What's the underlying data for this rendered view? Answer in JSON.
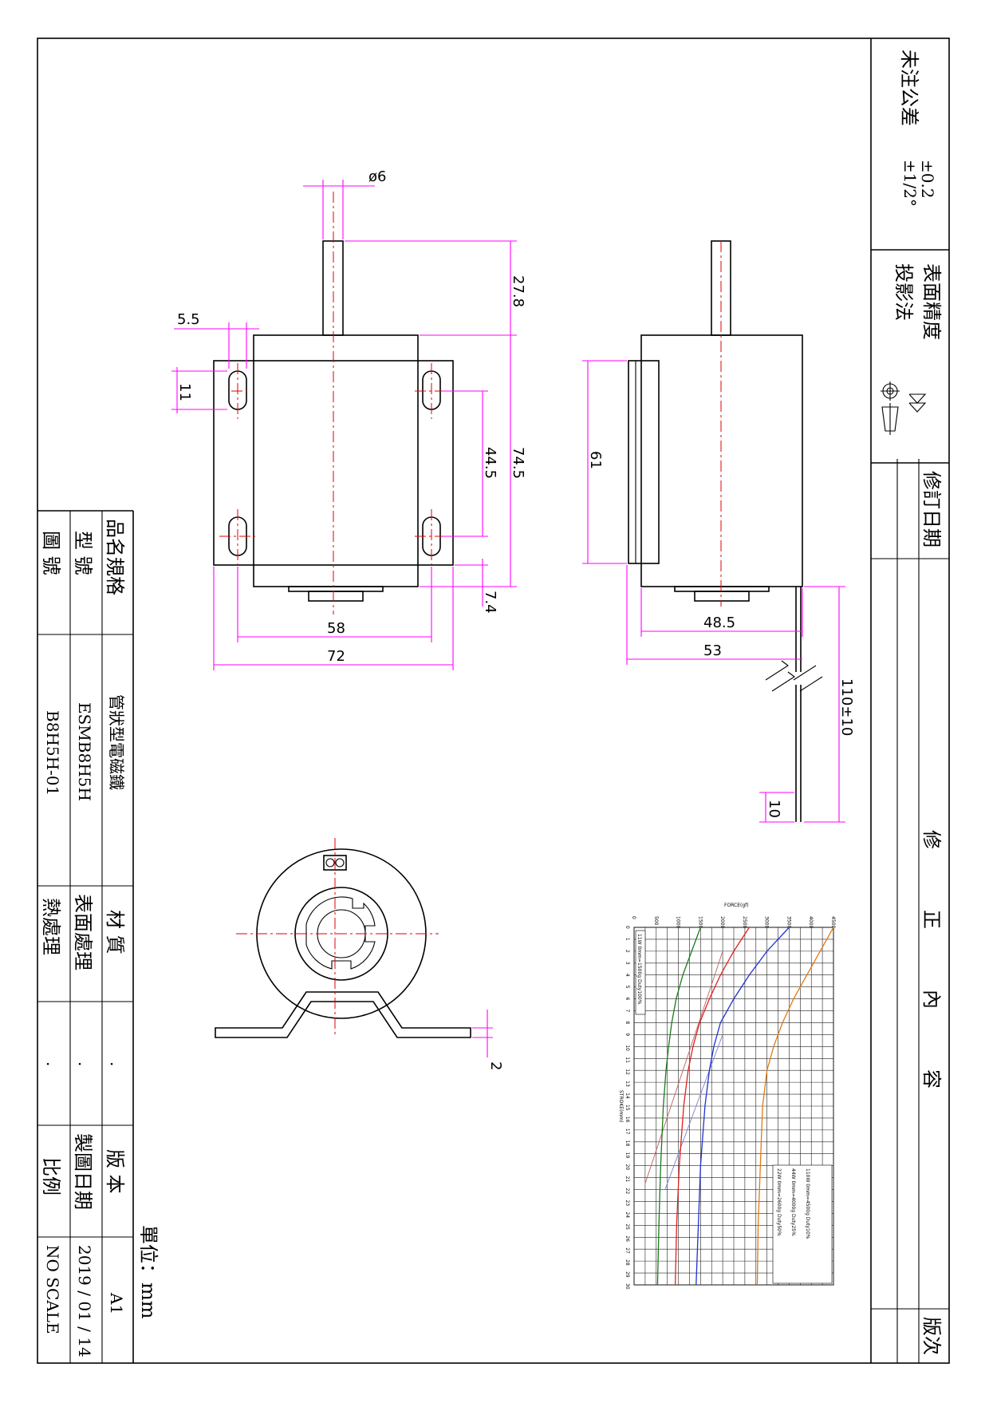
{
  "notes": {
    "tolerance_label": "未注公差",
    "tolerance_linear": "±0.2",
    "tolerance_angular": "±1/2°",
    "surface_finish_label": "表面精度",
    "projection_label": "投影法",
    "revision_date_label": "修訂日期",
    "revision_content_chars": [
      "修",
      "正",
      "內",
      "容"
    ],
    "revision_no_label": "版次",
    "unit_label": "單位：mm"
  },
  "title_block": {
    "labels": {
      "product_name": "品名規格",
      "model": "型 號",
      "drawing_no": "圖 號",
      "material": "材 質",
      "surface_treatment": "表面處理",
      "heat_treatment": "熱處理",
      "version": "版 本",
      "drawing_date": "製圖日期",
      "scale": "比例"
    },
    "values": {
      "product_name": "管狀型電磁鐵",
      "model": "ESMB8H5H",
      "drawing_no": "B8H5H-01",
      "material": ".",
      "surface_treatment": ".",
      "heat_treatment": ".",
      "version": "A1",
      "drawing_date": "2019 / 01 / 14",
      "scale": "NO SCALE"
    }
  },
  "dimensions": {
    "shaft_dia": "ø6",
    "slot_offset": "5.5",
    "slot_width": "11",
    "shaft_length": "27.8",
    "slot_pitch": "44.5",
    "body_height": "74.5",
    "bracket_thk": "7.4",
    "body_width": "58",
    "bracket_width": "72",
    "side_bracket_height": "61",
    "side_body_depth": "48.5",
    "side_overall_depth": "53",
    "lead_length": "110±10",
    "lead_strip": "10",
    "bracket_sheet": "2"
  },
  "chart_data": {
    "type": "line",
    "xlabel": "STROKE(mm)",
    "ylabel": "FORCE(gf)",
    "xlim": [
      0,
      30
    ],
    "ylim": [
      0,
      4500
    ],
    "x_ticks": [
      0,
      1,
      2,
      3,
      4,
      5,
      6,
      7,
      8,
      9,
      10,
      11,
      12,
      13,
      14,
      15,
      16,
      17,
      18,
      19,
      20,
      21,
      22,
      23,
      24,
      25,
      26,
      27,
      28,
      29,
      30
    ],
    "y_ticks": [
      0,
      500,
      1000,
      1500,
      2000,
      2500,
      3000,
      3500,
      4000,
      4500
    ],
    "legend": [
      "11W  0mm=1500g  Duty100%",
      "22W  0mm=2600g  Duty50%",
      "44W  0mm=4000g  Duty25%",
      "110W  0mm=4500g  Duty10%"
    ],
    "series": [
      {
        "name": "11W",
        "color": "#1a7a1a",
        "x": [
          0,
          2,
          4,
          6,
          8,
          10,
          12,
          15,
          20,
          25,
          30
        ],
        "values": [
          1500,
          1300,
          1100,
          950,
          850,
          780,
          720,
          660,
          600,
          560,
          530
        ]
      },
      {
        "name": "22W",
        "color": "#e02020",
        "x": [
          0,
          2,
          4,
          6,
          8,
          10,
          12,
          15,
          20,
          25,
          30
        ],
        "values": [
          2600,
          2250,
          1950,
          1700,
          1480,
          1330,
          1220,
          1120,
          1020,
          960,
          930
        ]
      },
      {
        "name": "44W",
        "color": "#2030d0",
        "x": [
          0,
          2,
          4,
          6,
          8,
          10,
          12,
          15,
          20,
          25,
          30
        ],
        "values": [
          3500,
          3000,
          2600,
          2250,
          1950,
          1800,
          1700,
          1600,
          1500,
          1450,
          1400
        ]
      },
      {
        "name": "110W",
        "color": "#e07a10",
        "x": [
          0,
          2,
          4,
          6,
          8,
          10,
          12,
          15,
          20,
          25,
          30
        ],
        "values": [
          4500,
          4200,
          3900,
          3600,
          3350,
          3150,
          3000,
          2900,
          2850,
          2800,
          2780
        ]
      }
    ],
    "extra_lines": [
      {
        "color": "#c06060",
        "x": [
          2,
          21.5
        ],
        "values": [
          2000,
          250
        ]
      },
      {
        "color": "#8080d0",
        "x": [
          9,
          22
        ],
        "values": [
          2000,
          700
        ]
      }
    ]
  }
}
